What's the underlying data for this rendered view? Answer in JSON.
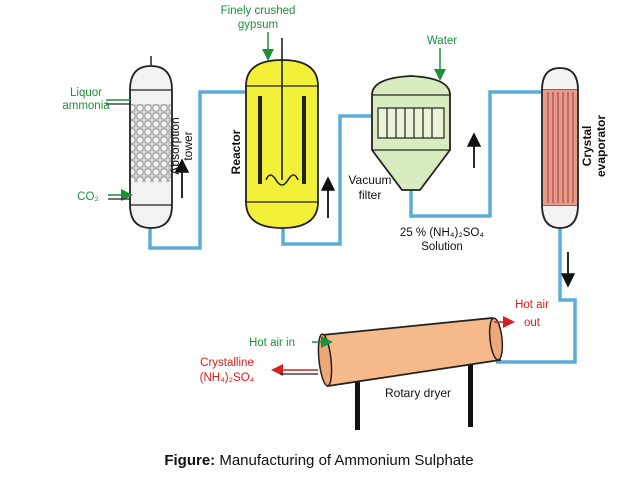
{
  "labels": {
    "gypsum_line1": "Finely crushed",
    "gypsum_line2": "gypsum",
    "water": "Water",
    "liquor_line1": "Liquor",
    "liquor_line2": "ammonia",
    "co2": "CO₂",
    "absorption_line1": "Absorption",
    "absorption_line2": "tower",
    "reactor": "Reactor",
    "vacuum_line1": "Vacuum",
    "vacuum_line2": "filter",
    "solution_line1": "25 % (NH₄)₂SO₄",
    "solution_line2": "Solution",
    "crystal_line1": "Crystal",
    "crystal_line2": "evaporator",
    "hot_air_out_line1": "Hot air",
    "hot_air_out_line2": "out",
    "hot_air_in": "Hot air in",
    "crystalline_line1": "Crystalline",
    "crystalline_line2": "(NH₄)₂SO₄",
    "rotary_dryer": "Rotary dryer"
  },
  "caption": {
    "prefix": "Figure:",
    "text": "Manufacturing of Ammonium Sulphate"
  },
  "colors": {
    "pipe": "#5aaed6",
    "green_label": "#1f8f3a",
    "red_label": "#d42020",
    "reactor_fill": "#f3f03a",
    "filter_fill": "#d9ecc0",
    "evaporator_fill": "#e89a8a",
    "dryer_fill": "#f5b98a",
    "vessel_fill": "#f2f2f2"
  }
}
